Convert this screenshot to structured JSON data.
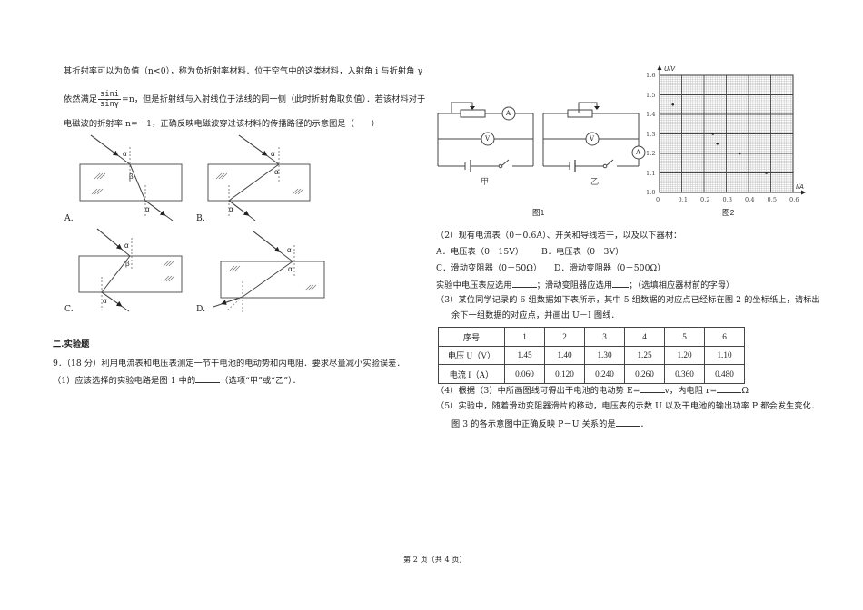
{
  "question8": {
    "line1": "其折射率可以为负值（n<0），称为负折射率材料．位于空气中的这类材料，入射角 i 与折射角 γ",
    "line2_prefix": "依然满足",
    "fraction_num": "sini",
    "fraction_den": "sinγ",
    "line2_suffix": "=n，但是折射线与入射线位于法线的同一侧（此时折射角取负值）．若该材料对于",
    "line3": "电磁波的折射率 n=－1，正确反映电磁波穿过该材料的传播路径的示意图是（　　）",
    "options": [
      {
        "label": "A.",
        "angle_top": "α",
        "angle_inner": "β",
        "angle_bottom": "α"
      },
      {
        "label": "B.",
        "angle_top": "α",
        "angle_inner": "α",
        "angle_bottom": "α"
      },
      {
        "label": "C.",
        "angle_top": "α",
        "angle_inner": "β",
        "angle_bottom": "α"
      },
      {
        "label": "D.",
        "angle_top": "α",
        "angle_inner": "α"
      }
    ]
  },
  "section2": {
    "heading": "二.实验题",
    "q9_stem": "9．（18 分）利用电流表和电压表测定一节干电池的电动势和内电阻．要求尽量减小实验误差．",
    "q9_1_prefix": "（1）应该选择的实验电路是图 1 中的",
    "q9_1_suffix": "（选项“甲”或“乙”）．"
  },
  "figure1": {
    "caption": "图1",
    "circuit_left_label": "甲",
    "circuit_right_label": "乙",
    "ammeter": "A",
    "voltmeter": "V"
  },
  "figure2": {
    "caption": "图2",
    "y_axis_label": "U/V",
    "x_axis_label": "I/A",
    "y_ticks": [
      "1.6",
      "1.5",
      "1.4",
      "1.3",
      "1.2",
      "1.1",
      "1.0"
    ],
    "x_ticks": [
      "0",
      "0.1",
      "0.2",
      "0.3",
      "0.4",
      "0.5",
      "0.6"
    ]
  },
  "chart_data": {
    "type": "scatter",
    "title": "图2",
    "xlabel": "I/A",
    "ylabel": "U/V",
    "xlim": [
      0,
      0.6
    ],
    "ylim": [
      1.0,
      1.6
    ],
    "grid": true,
    "points": [
      {
        "x": 0.06,
        "y": 1.45
      },
      {
        "x": 0.24,
        "y": 1.3
      },
      {
        "x": 0.26,
        "y": 1.25
      },
      {
        "x": 0.36,
        "y": 1.2
      },
      {
        "x": 0.48,
        "y": 1.1
      }
    ]
  },
  "q9_2": {
    "intro": "（2）现有电流表（0－0.6A）、开关和导线若干，以及以下器材：",
    "optA": "A．电压表（0－15V）",
    "optB": "B．电压表（0－3V）",
    "optC": "C．滑动变阻器（0－50Ω）",
    "optD": "D．滑动变阻器（0－500Ω）",
    "select_prefix": "实验中电压表应选用",
    "select_mid": "；滑动变阻器应选用",
    "select_suffix": "；（选填相应器材前的字母）"
  },
  "q9_3": {
    "line1": "（3）某位同学记录的 6 组数据如下表所示，其中 5 组数据的对应点已经标在图 2 的坐标纸上，请标出",
    "line2": "余下一组数据的对应点，并画出 U－I 图线．"
  },
  "table": {
    "header": [
      "序号",
      "1",
      "2",
      "3",
      "4",
      "5",
      "6"
    ],
    "rows": [
      [
        "电压 U（V）",
        "1.45",
        "1.40",
        "1.30",
        "1.25",
        "1.20",
        "1.10"
      ],
      [
        "电流 I（A）",
        "0.060",
        "0.120",
        "0.240",
        "0.260",
        "0.360",
        "0.480"
      ]
    ]
  },
  "q9_4": {
    "prefix": "（4）根据（3）中所画图线可得出干电池的电动势 E=",
    "mid": "v，内电阻 r=",
    "suffix": "Ω"
  },
  "q9_5": {
    "line1": "（5）实验中，随着滑动变阻器滑片的移动，电压表的示数 U 以及干电池的输出功率 P 都会发生变化．",
    "line2_prefix": "图 3 的各示意图中正确反映 P－U 关系的是",
    "line2_suffix": "．"
  },
  "footer": {
    "page_label": "第 2 页（共 4 页）"
  }
}
